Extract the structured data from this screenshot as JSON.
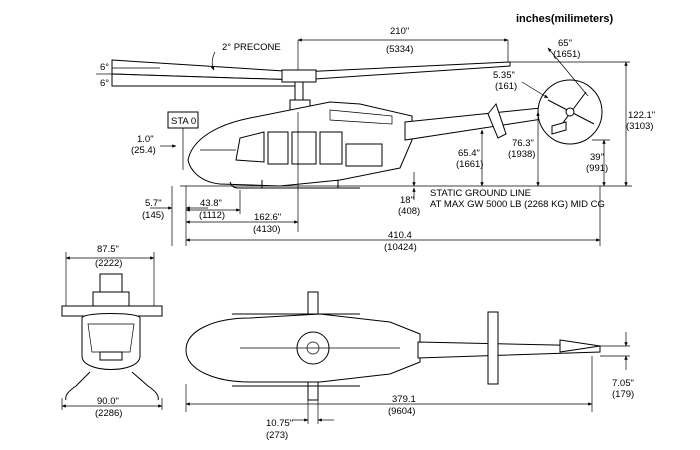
{
  "units_title": "inches(milimeters)",
  "side_view": {
    "precone": "2° PRECONE",
    "sta_label": "STA 0",
    "angle_top": "6°",
    "angle_bottom": "6°",
    "rotor_dia_in": "210\"",
    "rotor_dia_mm": "(5334)",
    "tail_rotor_dia_in": "65\"",
    "tail_rotor_dia_mm": "(1651)",
    "tail_offset_in": "5.35\"",
    "tail_offset_mm": "(161)",
    "overall_height_in": "122.1\"",
    "overall_height_mm": "(3103)",
    "tail_hub_height_in": "76.3\"",
    "tail_hub_height_mm": "(1938)",
    "fin_height_in": "39\"",
    "fin_height_mm": "(991)",
    "boom_height_in": "65.4\"",
    "boom_height_mm": "(1661)",
    "nose_offset_in": "1.0\"",
    "nose_offset_mm": "(25.4)",
    "skid_clear_in": "18\"",
    "skid_clear_mm": "(408)",
    "ground_line_1": "STATIC GROUND LINE",
    "ground_line_2": "AT MAX GW 5000 LB (2268 KG) MID CG",
    "nose_skid_in": "5.7\"",
    "nose_skid_mm": "(145)",
    "skid_front_in": "43.8\"",
    "skid_front_mm": "(1112)",
    "skid_mast_in": "162.6\"",
    "skid_mast_mm": "(4130)",
    "overall_len_in": "410.4",
    "overall_len_mm": "(10424)"
  },
  "front_view": {
    "rotor_width_in": "87.5\"",
    "rotor_width_mm": "(2222)",
    "skid_width_in": "90.0\"",
    "skid_width_mm": "(2286)"
  },
  "top_view": {
    "fuselage_len_in": "379.1",
    "fuselage_len_mm": "(9604)",
    "rotor_blade_in": "10.75\"",
    "rotor_blade_mm": "(273)",
    "tail_width_in": "7.05\"",
    "tail_width_mm": "(179)"
  }
}
